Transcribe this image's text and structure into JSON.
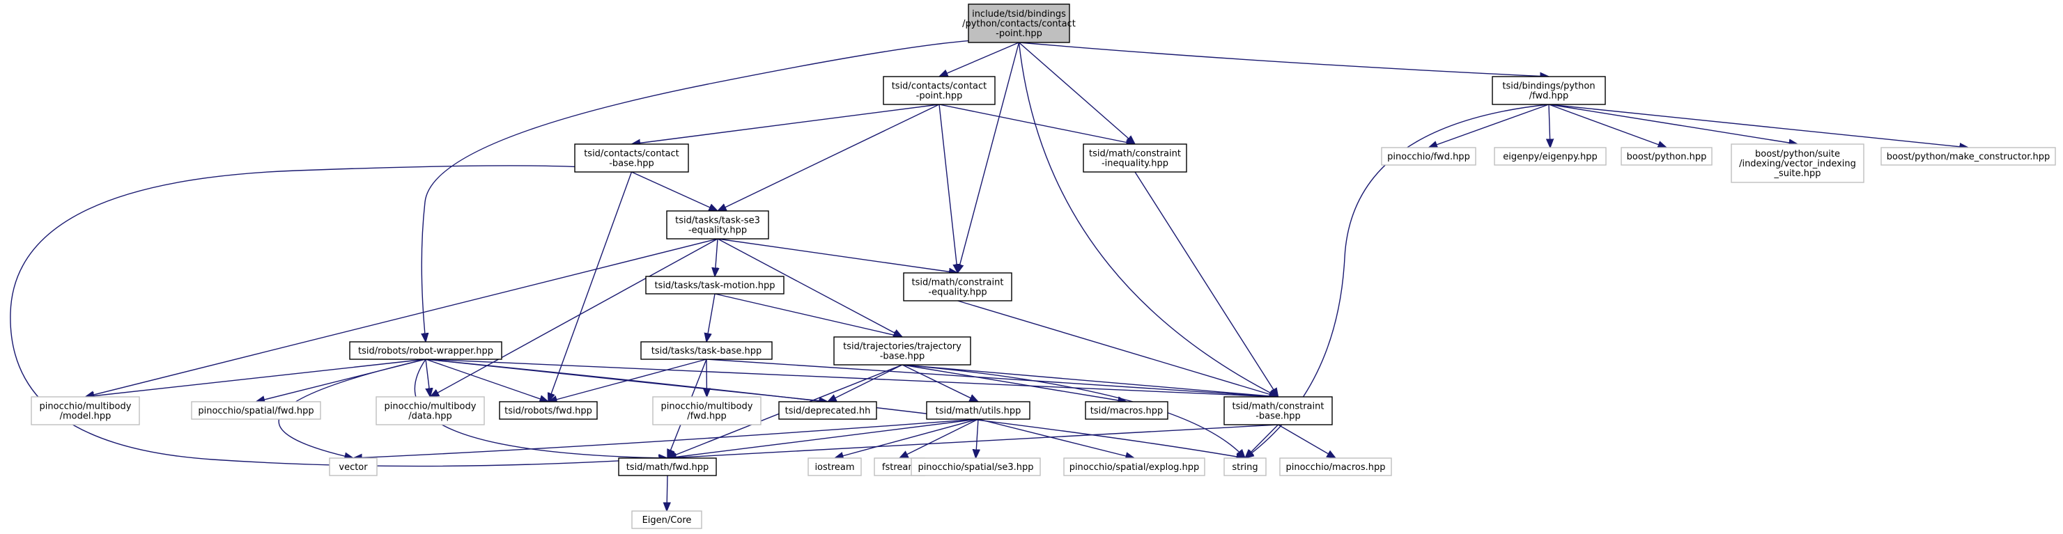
{
  "colors": {
    "edge": "#191970",
    "node_border": "#000000",
    "missing_border": "#bfbfbf",
    "root_fill": "#bfbfbf",
    "fill": "#ffffff"
  },
  "nodes": [
    {
      "id": "root",
      "kind": "root",
      "lines": [
        "include/tsid/bindings",
        "/python/contacts/contact",
        "-point.hpp"
      ]
    },
    {
      "id": "contact_point",
      "kind": "doc",
      "lines": [
        "tsid/contacts/contact",
        "-point.hpp"
      ]
    },
    {
      "id": "contact_base",
      "kind": "doc",
      "lines": [
        "tsid/contacts/contact",
        "-base.hpp"
      ]
    },
    {
      "id": "constraint_inequality",
      "kind": "doc",
      "lines": [
        "tsid/math/constraint",
        "-inequality.hpp"
      ]
    },
    {
      "id": "task_se3",
      "kind": "doc",
      "lines": [
        "tsid/tasks/task-se3",
        "-equality.hpp"
      ]
    },
    {
      "id": "constraint_equality",
      "kind": "doc",
      "lines": [
        "tsid/math/constraint",
        "-equality.hpp"
      ]
    },
    {
      "id": "task_motion",
      "kind": "doc",
      "lines": [
        "tsid/tasks/task-motion.hpp"
      ]
    },
    {
      "id": "task_base",
      "kind": "doc",
      "lines": [
        "tsid/tasks/task-base.hpp"
      ]
    },
    {
      "id": "trajectory_base",
      "kind": "doc",
      "lines": [
        "tsid/trajectories/trajectory",
        "-base.hpp"
      ]
    },
    {
      "id": "robot_wrapper",
      "kind": "doc",
      "lines": [
        "tsid/robots/robot-wrapper.hpp"
      ]
    },
    {
      "id": "constraint_base",
      "kind": "doc",
      "lines": [
        "tsid/math/constraint",
        "-base.hpp"
      ]
    },
    {
      "id": "pin_model",
      "kind": "missing",
      "lines": [
        "pinocchio/multibody",
        "/model.hpp"
      ]
    },
    {
      "id": "pin_spatial_fwd",
      "kind": "missing",
      "lines": [
        "pinocchio/spatial/fwd.hpp"
      ]
    },
    {
      "id": "pin_data",
      "kind": "missing",
      "lines": [
        "pinocchio/multibody",
        "/data.hpp"
      ]
    },
    {
      "id": "robots_fwd",
      "kind": "doc",
      "lines": [
        "tsid/robots/fwd.hpp"
      ]
    },
    {
      "id": "pin_multibody_fwd",
      "kind": "missing",
      "lines": [
        "pinocchio/multibody",
        "/fwd.hpp"
      ]
    },
    {
      "id": "deprecated",
      "kind": "doc",
      "lines": [
        "tsid/deprecated.hh"
      ]
    },
    {
      "id": "utils",
      "kind": "doc",
      "lines": [
        "tsid/math/utils.hpp"
      ]
    },
    {
      "id": "macros",
      "kind": "doc",
      "lines": [
        "tsid/macros.hpp"
      ]
    },
    {
      "id": "vector",
      "kind": "missing",
      "lines": [
        "vector"
      ]
    },
    {
      "id": "math_fwd",
      "kind": "doc",
      "lines": [
        "tsid/math/fwd.hpp"
      ]
    },
    {
      "id": "eigen_core",
      "kind": "missing",
      "lines": [
        "Eigen/Core"
      ]
    },
    {
      "id": "iostream",
      "kind": "missing",
      "lines": [
        "iostream"
      ]
    },
    {
      "id": "fstream",
      "kind": "missing",
      "lines": [
        "fstream"
      ]
    },
    {
      "id": "pin_se3",
      "kind": "missing",
      "lines": [
        "pinocchio/spatial/se3.hpp"
      ]
    },
    {
      "id": "pin_explog",
      "kind": "missing",
      "lines": [
        "pinocchio/spatial/explog.hpp"
      ]
    },
    {
      "id": "string",
      "kind": "missing",
      "lines": [
        "string"
      ]
    },
    {
      "id": "pin_macros",
      "kind": "missing",
      "lines": [
        "pinocchio/macros.hpp"
      ]
    },
    {
      "id": "bindings_fwd",
      "kind": "doc",
      "lines": [
        "tsid/bindings/python",
        "/fwd.hpp"
      ]
    },
    {
      "id": "pin_fwd",
      "kind": "missing",
      "lines": [
        "pinocchio/fwd.hpp"
      ]
    },
    {
      "id": "eigenpy",
      "kind": "missing",
      "lines": [
        "eigenpy/eigenpy.hpp"
      ]
    },
    {
      "id": "boost_python",
      "kind": "missing",
      "lines": [
        "boost/python.hpp"
      ]
    },
    {
      "id": "boost_vector_indexing",
      "kind": "missing",
      "lines": [
        "boost/python/suite",
        "/indexing/vector_indexing",
        "_suite.hpp"
      ]
    },
    {
      "id": "boost_make_constructor",
      "kind": "missing",
      "lines": [
        "boost/python/make_constructor.hpp"
      ]
    }
  ],
  "edges": [
    [
      "root",
      "contact_point"
    ],
    [
      "root",
      "robot_wrapper"
    ],
    [
      "root",
      "constraint_equality"
    ],
    [
      "root",
      "constraint_inequality"
    ],
    [
      "root",
      "constraint_base"
    ],
    [
      "root",
      "bindings_fwd"
    ],
    [
      "contact_point",
      "contact_base"
    ],
    [
      "contact_point",
      "task_se3"
    ],
    [
      "contact_point",
      "constraint_equality"
    ],
    [
      "contact_point",
      "constraint_inequality"
    ],
    [
      "contact_base",
      "task_se3"
    ],
    [
      "contact_base",
      "robots_fwd"
    ],
    [
      "contact_base",
      "math_fwd"
    ],
    [
      "constraint_inequality",
      "constraint_base"
    ],
    [
      "task_se3",
      "task_motion"
    ],
    [
      "task_se3",
      "constraint_equality"
    ],
    [
      "task_se3",
      "trajectory_base"
    ],
    [
      "task_se3",
      "pin_model"
    ],
    [
      "task_se3",
      "pin_data"
    ],
    [
      "constraint_equality",
      "constraint_base"
    ],
    [
      "task_motion",
      "task_base"
    ],
    [
      "task_motion",
      "trajectory_base"
    ],
    [
      "task_base",
      "pin_multibody_fwd"
    ],
    [
      "task_base",
      "robots_fwd"
    ],
    [
      "task_base",
      "math_fwd"
    ],
    [
      "task_base",
      "constraint_base"
    ],
    [
      "trajectory_base",
      "deprecated"
    ],
    [
      "trajectory_base",
      "utils"
    ],
    [
      "trajectory_base",
      "macros"
    ],
    [
      "trajectory_base",
      "math_fwd"
    ],
    [
      "trajectory_base",
      "constraint_base"
    ],
    [
      "trajectory_base",
      "string"
    ],
    [
      "robot_wrapper",
      "pin_model"
    ],
    [
      "robot_wrapper",
      "pin_spatial_fwd"
    ],
    [
      "robot_wrapper",
      "pin_data"
    ],
    [
      "robot_wrapper",
      "robots_fwd"
    ],
    [
      "robot_wrapper",
      "deprecated"
    ],
    [
      "robot_wrapper",
      "math_fwd"
    ],
    [
      "robot_wrapper",
      "vector"
    ],
    [
      "robot_wrapper",
      "string"
    ],
    [
      "robot_wrapper",
      "constraint_base"
    ],
    [
      "utils",
      "math_fwd"
    ],
    [
      "utils",
      "iostream"
    ],
    [
      "utils",
      "fstream"
    ],
    [
      "utils",
      "pin_se3"
    ],
    [
      "utils",
      "pin_explog"
    ],
    [
      "utils",
      "vector"
    ],
    [
      "constraint_base",
      "math_fwd"
    ],
    [
      "constraint_base",
      "string"
    ],
    [
      "constraint_base",
      "pin_macros"
    ],
    [
      "math_fwd",
      "eigen_core"
    ],
    [
      "bindings_fwd",
      "pin_fwd"
    ],
    [
      "bindings_fwd",
      "eigenpy"
    ],
    [
      "bindings_fwd",
      "boost_python"
    ],
    [
      "bindings_fwd",
      "boost_vector_indexing"
    ],
    [
      "bindings_fwd",
      "boost_make_constructor"
    ],
    [
      "bindings_fwd",
      "string"
    ]
  ]
}
